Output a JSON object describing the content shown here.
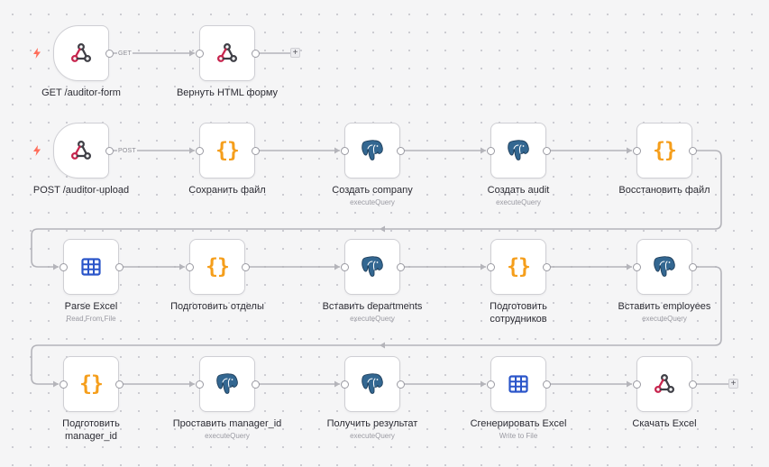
{
  "canvas": {
    "accent_color": "#f59e1b",
    "trigger_color": "#ff6d5a",
    "edge_color": "#b4b4ba"
  },
  "edge_labels": {
    "get": "GET",
    "post": "POST"
  },
  "add_button_label": "+",
  "nodes": [
    {
      "id": "get_webhook",
      "label": "GET /auditor-form",
      "subtitle": "",
      "icon": "webhook-icon",
      "trigger": true
    },
    {
      "id": "return_html",
      "label": "Вернуть HTML форму",
      "subtitle": "",
      "icon": "webhook-icon",
      "trigger": false
    },
    {
      "id": "post_webhook",
      "label": "POST /auditor-upload",
      "subtitle": "",
      "icon": "webhook-icon",
      "trigger": true
    },
    {
      "id": "save_file",
      "label": "Сохранить файл",
      "subtitle": "",
      "icon": "code-braces-icon",
      "trigger": false
    },
    {
      "id": "create_company",
      "label": "Создать company",
      "subtitle": "executeQuery",
      "icon": "postgres-elephant-icon",
      "trigger": false
    },
    {
      "id": "create_audit",
      "label": "Создать audit",
      "subtitle": "executeQuery",
      "icon": "postgres-elephant-icon",
      "trigger": false
    },
    {
      "id": "restore_file",
      "label": "Восстановить файл",
      "subtitle": "",
      "icon": "code-braces-icon",
      "trigger": false
    },
    {
      "id": "parse_excel",
      "label": "Parse Excel",
      "subtitle": "Read From File",
      "icon": "spreadsheet-icon",
      "trigger": false
    },
    {
      "id": "prepare_departments",
      "label": "Подготовить отделы",
      "subtitle": "",
      "icon": "code-braces-icon",
      "trigger": false
    },
    {
      "id": "insert_departments",
      "label": "Вставить departments",
      "subtitle": "executeQuery",
      "icon": "postgres-elephant-icon",
      "trigger": false
    },
    {
      "id": "prepare_employees",
      "label": "Подготовить\nсотрудников",
      "subtitle": "",
      "icon": "code-braces-icon",
      "trigger": false
    },
    {
      "id": "insert_employees",
      "label": "Вставить employees",
      "subtitle": "executeQuery",
      "icon": "postgres-elephant-icon",
      "trigger": false
    },
    {
      "id": "prepare_manager_id",
      "label": "Подготовить\nmanager_id",
      "subtitle": "",
      "icon": "code-braces-icon",
      "trigger": false
    },
    {
      "id": "set_manager_id",
      "label": "Проставить manager_id",
      "subtitle": "executeQuery",
      "icon": "postgres-elephant-icon",
      "trigger": false
    },
    {
      "id": "get_result",
      "label": "Получить результат",
      "subtitle": "executeQuery",
      "icon": "postgres-elephant-icon",
      "trigger": false
    },
    {
      "id": "generate_excel",
      "label": "Сгенерировать Excel",
      "subtitle": "Write to File",
      "icon": "spreadsheet-icon",
      "trigger": false
    },
    {
      "id": "download_excel",
      "label": "Скачать Excel",
      "subtitle": "",
      "icon": "webhook-icon",
      "trigger": false
    }
  ]
}
